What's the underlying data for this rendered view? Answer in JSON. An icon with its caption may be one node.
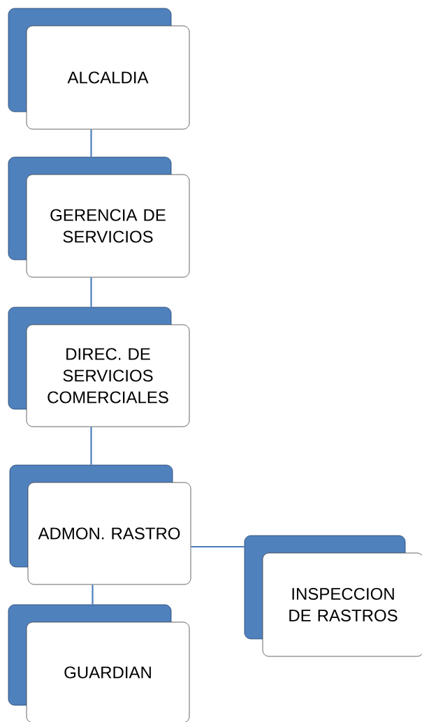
{
  "diagram": {
    "nodes": [
      {
        "text": [
          "ALCALDIA"
        ]
      },
      {
        "text": [
          "GERENCIA DE SERVICIOS"
        ]
      },
      {
        "text": [
          "DIREC. DE SERVICIOS COMERCIALES"
        ]
      },
      {
        "text": [
          "ADMON. RASTRO"
        ]
      },
      {
        "text": [
          "INSPECCION DE RASTROS"
        ]
      },
      {
        "text": [
          "GUARDIAN"
        ]
      }
    ],
    "edges": [
      {
        "from": 0,
        "to": 1,
        "arrow": "none"
      },
      {
        "from": 1,
        "to": 2,
        "arrow": "none"
      },
      {
        "from": 2,
        "to": 3,
        "arrow": "none"
      },
      {
        "from": 3,
        "to": 4,
        "arrow": "none"
      },
      {
        "from": 3,
        "to": 5,
        "arrow": "none"
      }
    ]
  }
}
